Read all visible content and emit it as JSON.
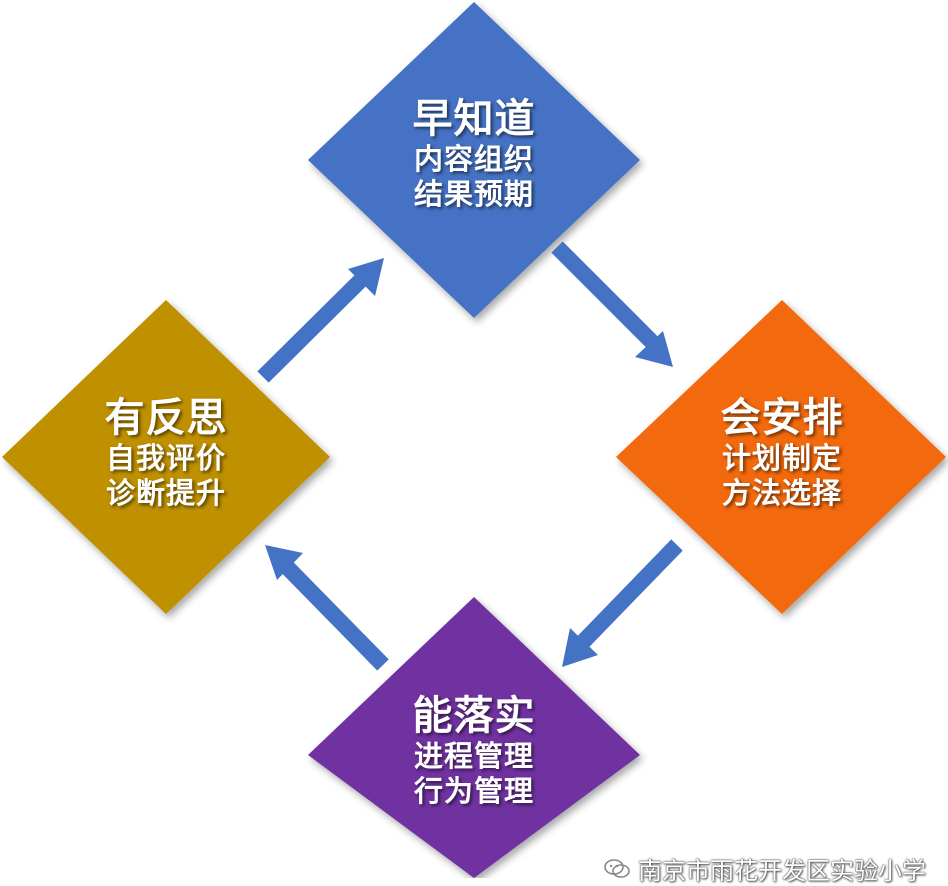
{
  "nodes": {
    "top": {
      "title": "早知道",
      "lines": [
        "内容组织",
        "结果预期"
      ],
      "color": "#4472C4"
    },
    "right": {
      "title": "会安排",
      "lines": [
        "计划制定",
        "方法选择"
      ],
      "color": "#F26A10"
    },
    "bottom": {
      "title": "能落实",
      "lines": [
        "进程管理",
        "行为管理"
      ],
      "color": "#7030A0"
    },
    "left": {
      "title": "有反思",
      "lines": [
        "自我评价",
        "诊断提升"
      ],
      "color": "#BF9000"
    }
  },
  "arrow_color": "#4472C4",
  "watermark": {
    "text": "南京市雨花开发区实验小学",
    "icon": "wechat-icon"
  }
}
